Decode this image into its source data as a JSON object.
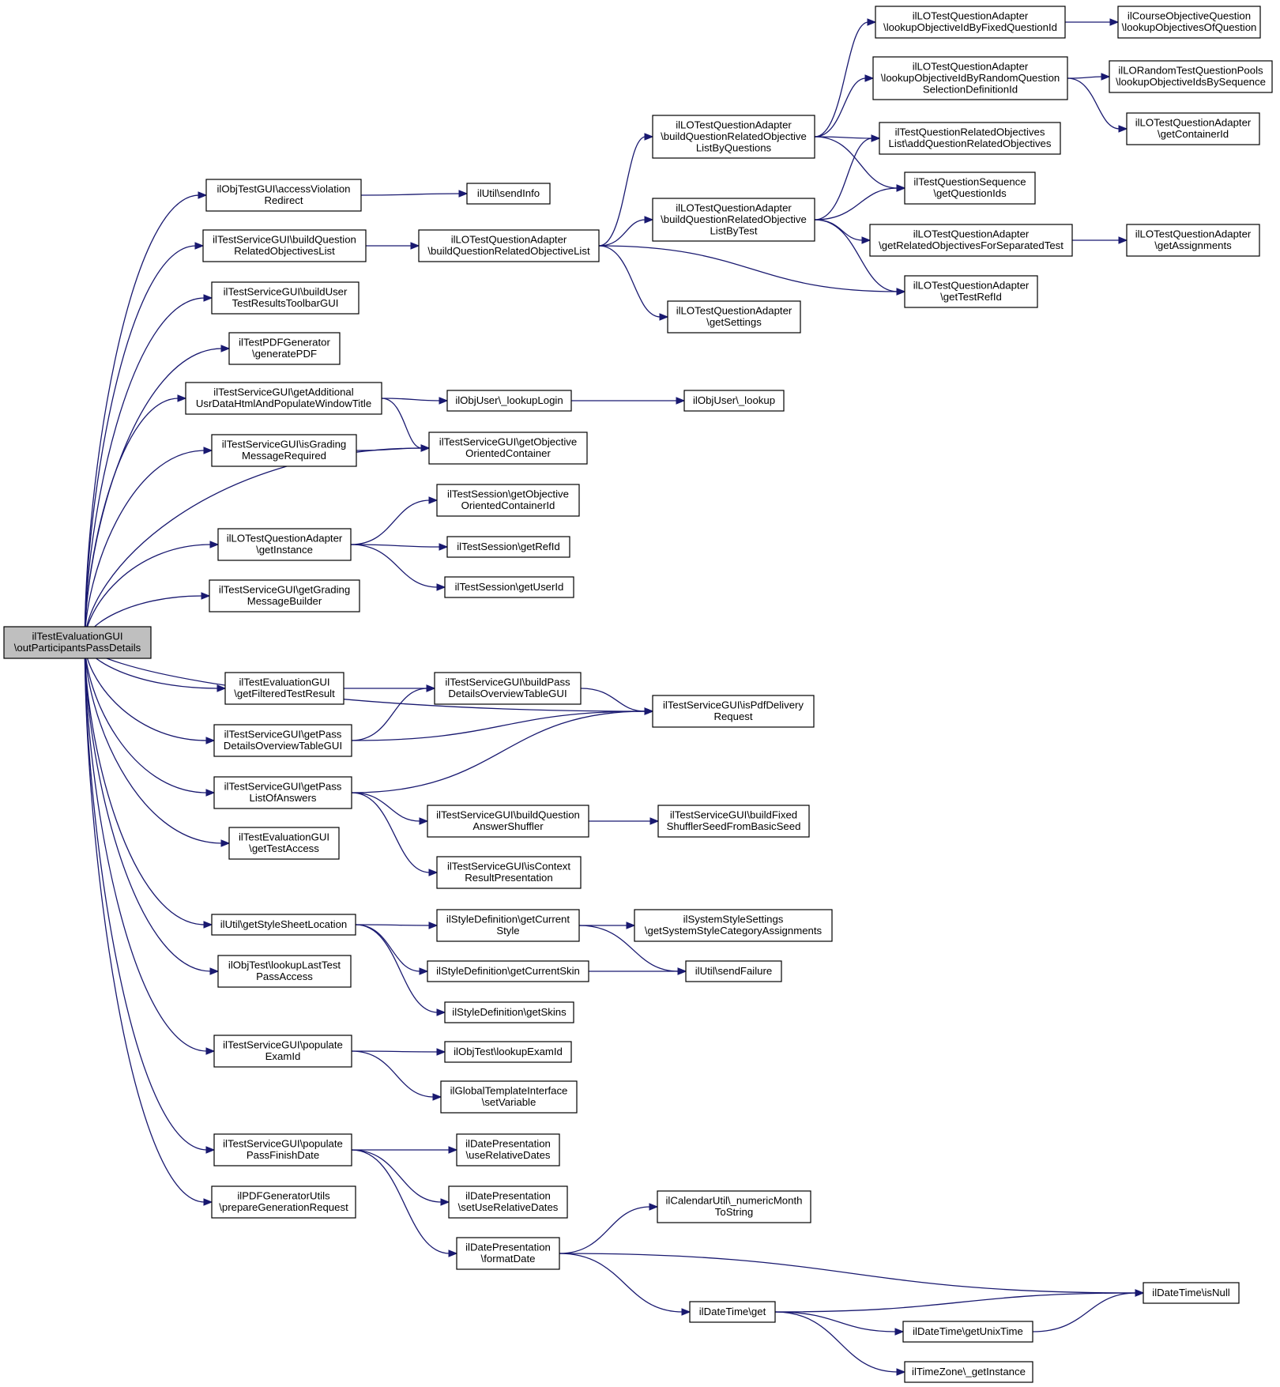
{
  "nodes": [
    {
      "id": "root",
      "lines": [
        "ilTestEvaluationGUI",
        "\\outParticipantsPassDetails"
      ],
      "root": true
    },
    {
      "id": "accessViolation",
      "lines": [
        "ilObjTestGUI\\accessViolation",
        "Redirect"
      ]
    },
    {
      "id": "sendInfo",
      "lines": [
        "ilUtil\\sendInfo"
      ]
    },
    {
      "id": "buildQROList",
      "lines": [
        "ilTestServiceGUI\\buildQuestion",
        "RelatedObjectivesList"
      ]
    },
    {
      "id": "buildQROL",
      "lines": [
        "ilLOTestQuestionAdapter",
        "\\buildQuestionRelatedObjectiveList"
      ]
    },
    {
      "id": "byQuestions",
      "lines": [
        "ilLOTestQuestionAdapter",
        "\\buildQuestionRelatedObjective",
        "ListByQuestions"
      ]
    },
    {
      "id": "byTest",
      "lines": [
        "ilLOTestQuestionAdapter",
        "\\buildQuestionRelatedObjective",
        "ListByTest"
      ]
    },
    {
      "id": "getSettings",
      "lines": [
        "ilLOTestQuestionAdapter",
        "\\getSettings"
      ]
    },
    {
      "id": "lookupFixed",
      "lines": [
        "ilLOTestQuestionAdapter",
        "\\lookupObjectiveIdByFixedQuestionId"
      ]
    },
    {
      "id": "lookupRandom",
      "lines": [
        "ilLOTestQuestionAdapter",
        "\\lookupObjectiveIdByRandomQuestion",
        "SelectionDefinitionId"
      ]
    },
    {
      "id": "courseObj",
      "lines": [
        "ilCourseObjectiveQuestion",
        "\\lookupObjectivesOfQuestion"
      ]
    },
    {
      "id": "randomPools",
      "lines": [
        "ilLORandomTestQuestionPools",
        "\\lookupObjectiveIdsBySequence"
      ]
    },
    {
      "id": "getContainerId",
      "lines": [
        "ilLOTestQuestionAdapter",
        "\\getContainerId"
      ]
    },
    {
      "id": "addQRO",
      "lines": [
        "ilTestQuestionRelatedObjectives",
        "List\\addQuestionRelatedObjectives"
      ]
    },
    {
      "id": "getQuestionIds",
      "lines": [
        "ilTestQuestionSequence",
        "\\getQuestionIds"
      ]
    },
    {
      "id": "getRelatedObj",
      "lines": [
        "ilLOTestQuestionAdapter",
        "\\getRelatedObjectivesForSeparatedTest"
      ]
    },
    {
      "id": "getAssignments",
      "lines": [
        "ilLOTestQuestionAdapter",
        "\\getAssignments"
      ]
    },
    {
      "id": "getTestRefId",
      "lines": [
        "ilLOTestQuestionAdapter",
        "\\getTestRefId"
      ]
    },
    {
      "id": "buildUserToolbar",
      "lines": [
        "ilTestServiceGUI\\buildUser",
        "TestResultsToolbarGUI"
      ]
    },
    {
      "id": "generatePDF",
      "lines": [
        "ilTestPDFGenerator",
        "\\generatePDF"
      ]
    },
    {
      "id": "getAdditional",
      "lines": [
        "ilTestServiceGUI\\getAdditional",
        "UsrDataHtmlAndPopulateWindowTitle"
      ]
    },
    {
      "id": "lookupLogin",
      "lines": [
        "ilObjUser\\_lookupLogin"
      ]
    },
    {
      "id": "lookup",
      "lines": [
        "ilObjUser\\_lookup"
      ]
    },
    {
      "id": "getObjContainer",
      "lines": [
        "ilTestServiceGUI\\getObjective",
        "OrientedContainer"
      ]
    },
    {
      "id": "isGradingMsg",
      "lines": [
        "ilTestServiceGUI\\isGrading",
        "MessageRequired"
      ]
    },
    {
      "id": "sessionContainer",
      "lines": [
        "ilTestSession\\getObjective",
        "OrientedContainerId"
      ]
    },
    {
      "id": "getInstance",
      "lines": [
        "ilLOTestQuestionAdapter",
        "\\getInstance"
      ]
    },
    {
      "id": "sessionRefId",
      "lines": [
        "ilTestSession\\getRefId"
      ]
    },
    {
      "id": "sessionUserId",
      "lines": [
        "ilTestSession\\getUserId"
      ]
    },
    {
      "id": "gradingBuilder",
      "lines": [
        "ilTestServiceGUI\\getGrading",
        "MessageBuilder"
      ]
    },
    {
      "id": "isPdf",
      "lines": [
        "ilTestServiceGUI\\isPdfDelivery",
        "Request"
      ]
    },
    {
      "id": "filtered",
      "lines": [
        "ilTestEvaluationGUI",
        "\\getFilteredTestResult"
      ]
    },
    {
      "id": "buildPassDetails",
      "lines": [
        "ilTestServiceGUI\\buildPass",
        "DetailsOverviewTableGUI"
      ]
    },
    {
      "id": "getPassDetails",
      "lines": [
        "ilTestServiceGUI\\getPass",
        "DetailsOverviewTableGUI"
      ]
    },
    {
      "id": "getPassList",
      "lines": [
        "ilTestServiceGUI\\getPass",
        "ListOfAnswers"
      ]
    },
    {
      "id": "buildShuffler",
      "lines": [
        "ilTestServiceGUI\\buildQuestion",
        "AnswerShuffler"
      ]
    },
    {
      "id": "buildFixed",
      "lines": [
        "ilTestServiceGUI\\buildFixed",
        "ShufflerSeedFromBasicSeed"
      ]
    },
    {
      "id": "isContext",
      "lines": [
        "ilTestServiceGUI\\isContext",
        "ResultPresentation"
      ]
    },
    {
      "id": "getTestAccess",
      "lines": [
        "ilTestEvaluationGUI",
        "\\getTestAccess"
      ]
    },
    {
      "id": "styleSheet",
      "lines": [
        "ilUtil\\getStyleSheetLocation"
      ]
    },
    {
      "id": "currentStyle",
      "lines": [
        "ilStyleDefinition\\getCurrent",
        "Style"
      ]
    },
    {
      "id": "systemStyle",
      "lines": [
        "ilSystemStyleSettings",
        "\\getSystemStyleCategoryAssignments"
      ]
    },
    {
      "id": "currentSkin",
      "lines": [
        "ilStyleDefinition\\getCurrentSkin"
      ]
    },
    {
      "id": "sendFailure",
      "lines": [
        "ilUtil\\sendFailure"
      ]
    },
    {
      "id": "getSkins",
      "lines": [
        "ilStyleDefinition\\getSkins"
      ]
    },
    {
      "id": "lookupLastTest",
      "lines": [
        "ilObjTest\\lookupLastTest",
        "PassAccess"
      ]
    },
    {
      "id": "populateExam",
      "lines": [
        "ilTestServiceGUI\\populate",
        "ExamId"
      ]
    },
    {
      "id": "lookupExamId",
      "lines": [
        "ilObjTest\\lookupExamId"
      ]
    },
    {
      "id": "setVariable",
      "lines": [
        "ilGlobalTemplateInterface",
        "\\setVariable"
      ]
    },
    {
      "id": "populatePass",
      "lines": [
        "ilTestServiceGUI\\populate",
        "PassFinishDate"
      ]
    },
    {
      "id": "useRelative",
      "lines": [
        "ilDatePresentation",
        "\\useRelativeDates"
      ]
    },
    {
      "id": "setRelative",
      "lines": [
        "ilDatePresentation",
        "\\setUseRelativeDates"
      ]
    },
    {
      "id": "formatDate",
      "lines": [
        "ilDatePresentation",
        "\\formatDate"
      ]
    },
    {
      "id": "numericMonth",
      "lines": [
        "ilCalendarUtil\\_numericMonth",
        "ToString"
      ]
    },
    {
      "id": "dtGet",
      "lines": [
        "ilDateTime\\get"
      ]
    },
    {
      "id": "isNull",
      "lines": [
        "ilDateTime\\isNull"
      ]
    },
    {
      "id": "getUnixTime",
      "lines": [
        "ilDateTime\\getUnixTime"
      ]
    },
    {
      "id": "tzInstance",
      "lines": [
        "ilTimeZone\\_getInstance"
      ]
    },
    {
      "id": "pdfUtils",
      "lines": [
        "ilPDFGeneratorUtils",
        "\\prepareGenerationRequest"
      ]
    }
  ],
  "edges": [
    [
      "root",
      "accessViolation"
    ],
    [
      "root",
      "buildQROList"
    ],
    [
      "root",
      "buildUserToolbar"
    ],
    [
      "root",
      "generatePDF"
    ],
    [
      "root",
      "getAdditional"
    ],
    [
      "root",
      "isGradingMsg"
    ],
    [
      "root",
      "getObjContainer"
    ],
    [
      "root",
      "getInstance"
    ],
    [
      "root",
      "gradingBuilder"
    ],
    [
      "root",
      "isPdf"
    ],
    [
      "root",
      "filtered"
    ],
    [
      "root",
      "getPassDetails"
    ],
    [
      "root",
      "getPassList"
    ],
    [
      "root",
      "getTestAccess"
    ],
    [
      "root",
      "styleSheet"
    ],
    [
      "root",
      "lookupLastTest"
    ],
    [
      "root",
      "populateExam"
    ],
    [
      "root",
      "populatePass"
    ],
    [
      "root",
      "pdfUtils"
    ],
    [
      "accessViolation",
      "sendInfo"
    ],
    [
      "buildQROList",
      "buildQROL"
    ],
    [
      "buildQROL",
      "byQuestions"
    ],
    [
      "buildQROL",
      "byTest"
    ],
    [
      "buildQROL",
      "getSettings"
    ],
    [
      "buildQROL",
      "getTestRefId"
    ],
    [
      "byQuestions",
      "lookupFixed"
    ],
    [
      "byQuestions",
      "lookupRandom"
    ],
    [
      "byQuestions",
      "addQRO"
    ],
    [
      "byQuestions",
      "getQuestionIds"
    ],
    [
      "lookupFixed",
      "courseObj"
    ],
    [
      "lookupRandom",
      "randomPools"
    ],
    [
      "lookupRandom",
      "getContainerId"
    ],
    [
      "byTest",
      "addQRO"
    ],
    [
      "byTest",
      "getQuestionIds"
    ],
    [
      "byTest",
      "getRelatedObj"
    ],
    [
      "byTest",
      "getTestRefId"
    ],
    [
      "getRelatedObj",
      "getAssignments"
    ],
    [
      "getAdditional",
      "lookupLogin"
    ],
    [
      "getAdditional",
      "getObjContainer"
    ],
    [
      "lookupLogin",
      "lookup"
    ],
    [
      "isGradingMsg",
      "getObjContainer"
    ],
    [
      "getInstance",
      "sessionContainer"
    ],
    [
      "getInstance",
      "sessionRefId"
    ],
    [
      "getInstance",
      "sessionUserId"
    ],
    [
      "filtered",
      "buildPassDetails"
    ],
    [
      "buildPassDetails",
      "isPdf"
    ],
    [
      "getPassDetails",
      "buildPassDetails"
    ],
    [
      "getPassDetails",
      "isPdf"
    ],
    [
      "getPassList",
      "isPdf"
    ],
    [
      "getPassList",
      "buildShuffler"
    ],
    [
      "getPassList",
      "isContext"
    ],
    [
      "buildShuffler",
      "buildFixed"
    ],
    [
      "styleSheet",
      "currentStyle"
    ],
    [
      "styleSheet",
      "currentSkin"
    ],
    [
      "styleSheet",
      "getSkins"
    ],
    [
      "currentStyle",
      "systemStyle"
    ],
    [
      "currentStyle",
      "sendFailure"
    ],
    [
      "currentSkin",
      "sendFailure"
    ],
    [
      "populateExam",
      "lookupExamId"
    ],
    [
      "populateExam",
      "setVariable"
    ],
    [
      "populatePass",
      "useRelative"
    ],
    [
      "populatePass",
      "setRelative"
    ],
    [
      "populatePass",
      "formatDate"
    ],
    [
      "formatDate",
      "numericMonth"
    ],
    [
      "formatDate",
      "isNull"
    ],
    [
      "formatDate",
      "dtGet"
    ],
    [
      "dtGet",
      "isNull"
    ],
    [
      "dtGet",
      "getUnixTime"
    ],
    [
      "dtGet",
      "tzInstance"
    ],
    [
      "getUnixTime",
      "isNull"
    ]
  ],
  "colors": {
    "edge": "#191970",
    "root_fill": "#bfbfbf",
    "node_fill": "#ffffff",
    "node_border": "#000000"
  }
}
